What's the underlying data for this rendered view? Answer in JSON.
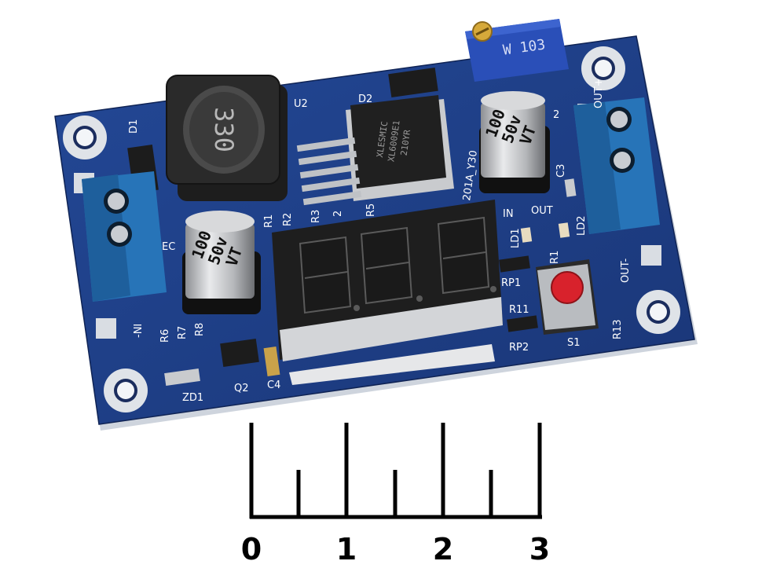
{
  "board": {
    "colors": {
      "pcb": "#1f3f86",
      "pcb_dark": "#142d66",
      "terminal": "#1f6fb5",
      "silk": "#ffffff",
      "display_seg": "#6a1f24",
      "display_body": "#1c1c1c"
    },
    "inductor_marking": "330",
    "regulator_marking": [
      "XLESMIC",
      "XL6009E1",
      "210YR"
    ],
    "pot_marking": "W 103",
    "cap_right": [
      "100",
      "50v",
      "VT"
    ],
    "cap_left": [
      "100",
      "50v",
      "VT"
    ],
    "labels": {
      "u2": "U2",
      "d2": "D2",
      "d1": "D1",
      "ec": "EC",
      "in_minus": "-NI",
      "out_plus": "OUT+",
      "out_minus": "OUT-",
      "c3": "C3",
      "in": "IN",
      "out": "OUT",
      "ld1": "LD1",
      "ld2": "LD2",
      "r1": "R1",
      "r2": "R2",
      "r3": "R3",
      "r4": "2",
      "r5": "R5",
      "r6": "R6",
      "r7": "R7",
      "r8": "R8",
      "r11": "R11",
      "r13": "R13",
      "r14": "R1",
      "rp1": "RP1",
      "rp2": "RP2",
      "s1": "S1",
      "zd1": "ZD1",
      "q2": "Q2",
      "c4": "C4",
      "version": "201A_Y30",
      "c2": "2"
    }
  },
  "scale": {
    "ticks": [
      "0",
      "1",
      "2",
      "3"
    ]
  }
}
